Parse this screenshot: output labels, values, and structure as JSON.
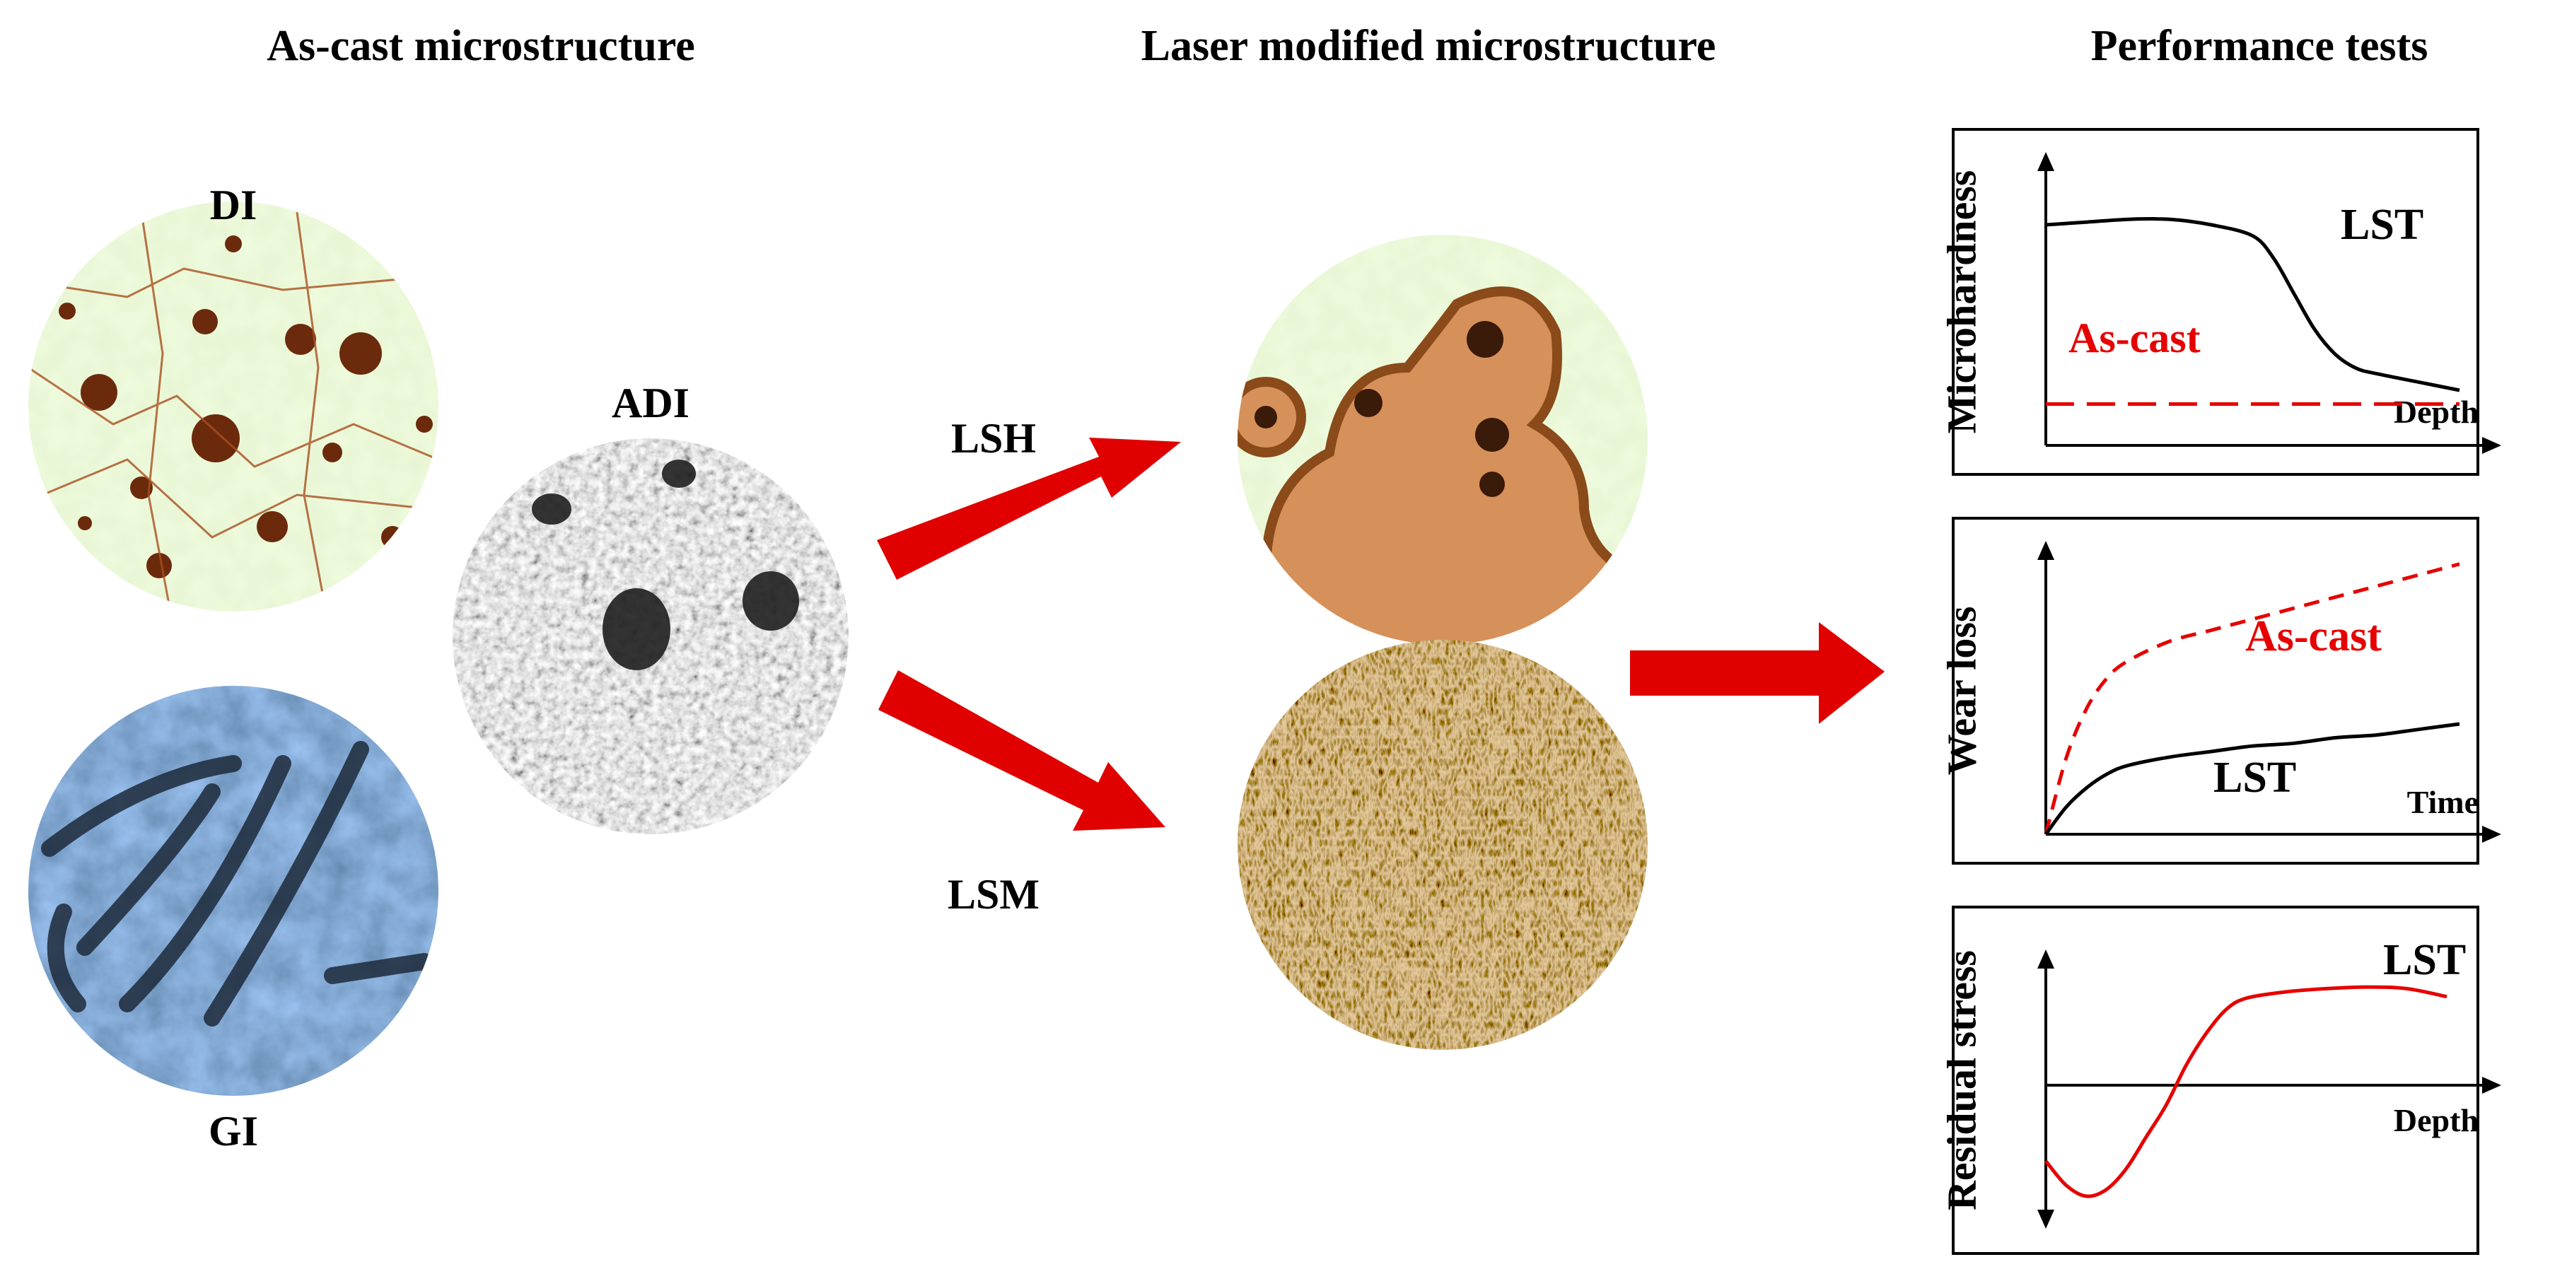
{
  "headings": {
    "as_cast": "As-cast microstructure",
    "laser": "Laser modified microstructure",
    "performance": "Performance tests"
  },
  "samples": {
    "di": "DI",
    "adi": "ADI",
    "gi": "GI"
  },
  "processes": {
    "lsh": "LSH",
    "lsm": "LSM"
  },
  "colors": {
    "arrow": "#e00000",
    "curve_red": "#e60000",
    "ink": "#000000"
  },
  "chart_data": [
    {
      "type": "line",
      "ylabel": "Microhardness",
      "xlabel": "Depth",
      "series": [
        {
          "name": "LST",
          "style": "solid",
          "color": "#000000",
          "x": [
            0,
            0.1,
            0.2,
            0.3,
            0.4,
            0.5,
            0.55,
            0.6,
            0.65,
            0.7,
            0.75,
            0.8,
            0.9,
            1.0
          ],
          "y": [
            0.8,
            0.81,
            0.82,
            0.82,
            0.8,
            0.76,
            0.68,
            0.55,
            0.42,
            0.33,
            0.28,
            0.26,
            0.23,
            0.2
          ]
        },
        {
          "name": "As-cast",
          "style": "dashed",
          "color": "#e60000",
          "x": [
            0,
            1.0
          ],
          "y": [
            0.15,
            0.15
          ]
        }
      ]
    },
    {
      "type": "line",
      "ylabel": "Wear loss",
      "xlabel": "Time",
      "series": [
        {
          "name": "As-cast",
          "style": "dashed",
          "color": "#e60000",
          "x": [
            0,
            0.05,
            0.1,
            0.15,
            0.2,
            0.3,
            0.4,
            0.5,
            0.6,
            0.7,
            0.8,
            0.9,
            1.0
          ],
          "y": [
            0,
            0.28,
            0.46,
            0.57,
            0.63,
            0.7,
            0.74,
            0.78,
            0.82,
            0.86,
            0.9,
            0.94,
            0.98
          ]
        },
        {
          "name": "LST",
          "style": "solid",
          "color": "#000000",
          "x": [
            0,
            0.05,
            0.1,
            0.15,
            0.2,
            0.3,
            0.4,
            0.5,
            0.6,
            0.7,
            0.8,
            0.9,
            1.0
          ],
          "y": [
            0,
            0.1,
            0.17,
            0.22,
            0.25,
            0.28,
            0.3,
            0.32,
            0.33,
            0.35,
            0.36,
            0.38,
            0.4
          ]
        }
      ]
    },
    {
      "type": "line",
      "ylabel": "Residual stress",
      "xlabel": "Depth",
      "series": [
        {
          "name": "LST",
          "style": "solid",
          "color": "#e60000",
          "x": [
            0,
            0.05,
            0.1,
            0.15,
            0.2,
            0.25,
            0.3,
            0.35,
            0.4,
            0.45,
            0.5,
            0.6,
            0.7,
            0.8,
            0.9,
            1.0
          ],
          "y": [
            -0.3,
            -0.45,
            -0.52,
            -0.48,
            -0.35,
            -0.15,
            0.05,
            0.3,
            0.5,
            0.65,
            0.72,
            0.76,
            0.78,
            0.79,
            0.78,
            0.73
          ]
        }
      ]
    }
  ]
}
